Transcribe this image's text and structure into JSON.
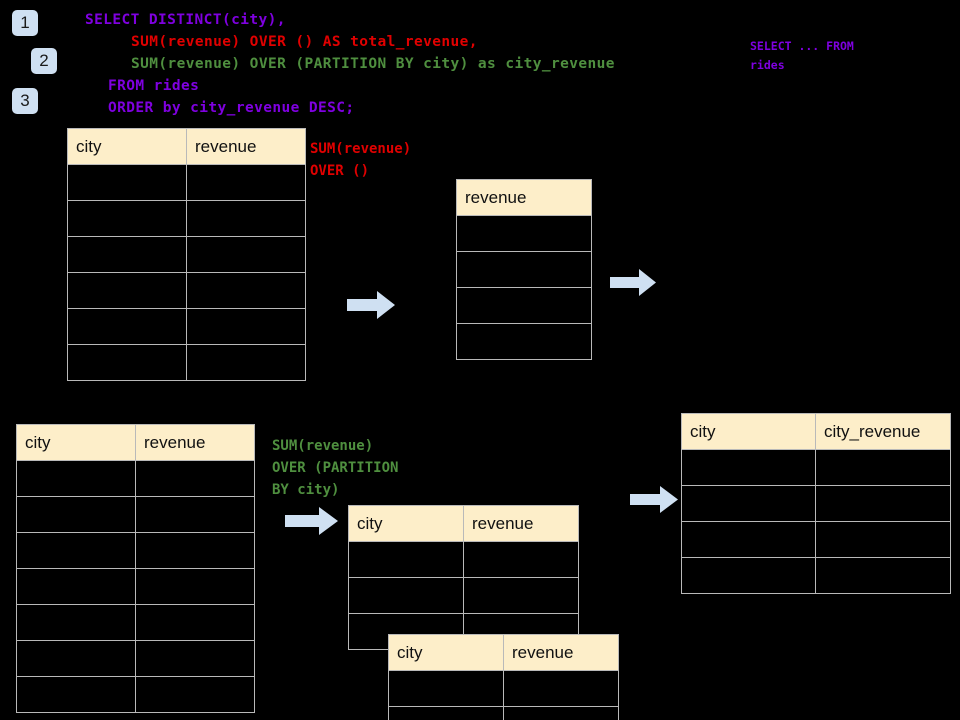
{
  "background": "#000000",
  "theme": {
    "badge_bg": "#cfe0f2",
    "header_bg": "#fdeec9",
    "cell_bg": "#000000",
    "grid": "#b9b9b9",
    "arrow_fill": "#cfe0f2",
    "purple": "#7f00e0",
    "red": "#e00000",
    "green": "#4f8f3f"
  },
  "badges": [
    {
      "label": "1"
    },
    {
      "label": "2"
    },
    {
      "label": "3"
    }
  ],
  "sql": {
    "lines": [
      {
        "text": "SELECT DISTINCT(city),",
        "color": "purple"
      },
      {
        "text": "SUM(revenue) OVER () AS total_revenue,",
        "color": "red"
      },
      {
        "text": "SUM(revenue) OVER (PARTITION BY city) as city_revenue",
        "color": "green"
      },
      {
        "text": "FROM rides",
        "color": "purple"
      },
      {
        "text": "ORDER by city_revenue DESC;",
        "color": "purple"
      }
    ]
  },
  "sidenote": {
    "line1": "SELECT ... FROM",
    "line2": "rides"
  },
  "annotations": {
    "total_revenue": {
      "line1": "SUM(revenue)",
      "line2": "OVER ()"
    },
    "city_revenue": {
      "line1": "SUM(revenue)",
      "line2": "OVER (PARTITION",
      "line3": "BY city)"
    }
  },
  "tables": {
    "source_top": {
      "name": "rides-source-top",
      "headers": [
        "city",
        "revenue"
      ],
      "rows": [
        [
          "",
          ""
        ],
        [
          "",
          ""
        ],
        [
          "",
          ""
        ],
        [
          "",
          ""
        ],
        [
          "",
          ""
        ],
        [
          "",
          ""
        ]
      ]
    },
    "total_revenue": {
      "name": "total-revenue-intermediate",
      "headers": [
        "revenue"
      ],
      "rows": [
        [
          ""
        ],
        [
          ""
        ],
        [
          ""
        ],
        [
          ""
        ]
      ]
    },
    "source_bottom": {
      "name": "rides-source-bottom",
      "headers": [
        "city",
        "revenue"
      ],
      "rows": [
        [
          "",
          ""
        ],
        [
          "",
          ""
        ],
        [
          "",
          ""
        ],
        [
          "",
          ""
        ],
        [
          "",
          ""
        ],
        [
          "",
          ""
        ],
        [
          "",
          ""
        ]
      ]
    },
    "partition_back": {
      "name": "partition-group-back",
      "headers": [
        "city",
        "revenue"
      ],
      "rows": [
        [
          "",
          ""
        ],
        [
          "",
          ""
        ],
        [
          "",
          ""
        ]
      ]
    },
    "partition_front": {
      "name": "partition-group-front",
      "headers": [
        "city",
        "revenue"
      ],
      "rows": [
        [
          "",
          ""
        ],
        [
          "",
          ""
        ]
      ]
    },
    "result": {
      "name": "final-result",
      "headers": [
        "city",
        "city_revenue"
      ],
      "rows": [
        [
          "",
          ""
        ],
        [
          "",
          ""
        ],
        [
          "",
          ""
        ],
        [
          "",
          ""
        ]
      ]
    }
  },
  "arrows": [
    {
      "name": "arrow-source-to-total"
    },
    {
      "name": "arrow-total-to-result"
    },
    {
      "name": "arrow-source-to-partition"
    },
    {
      "name": "arrow-partition-to-result"
    }
  ]
}
